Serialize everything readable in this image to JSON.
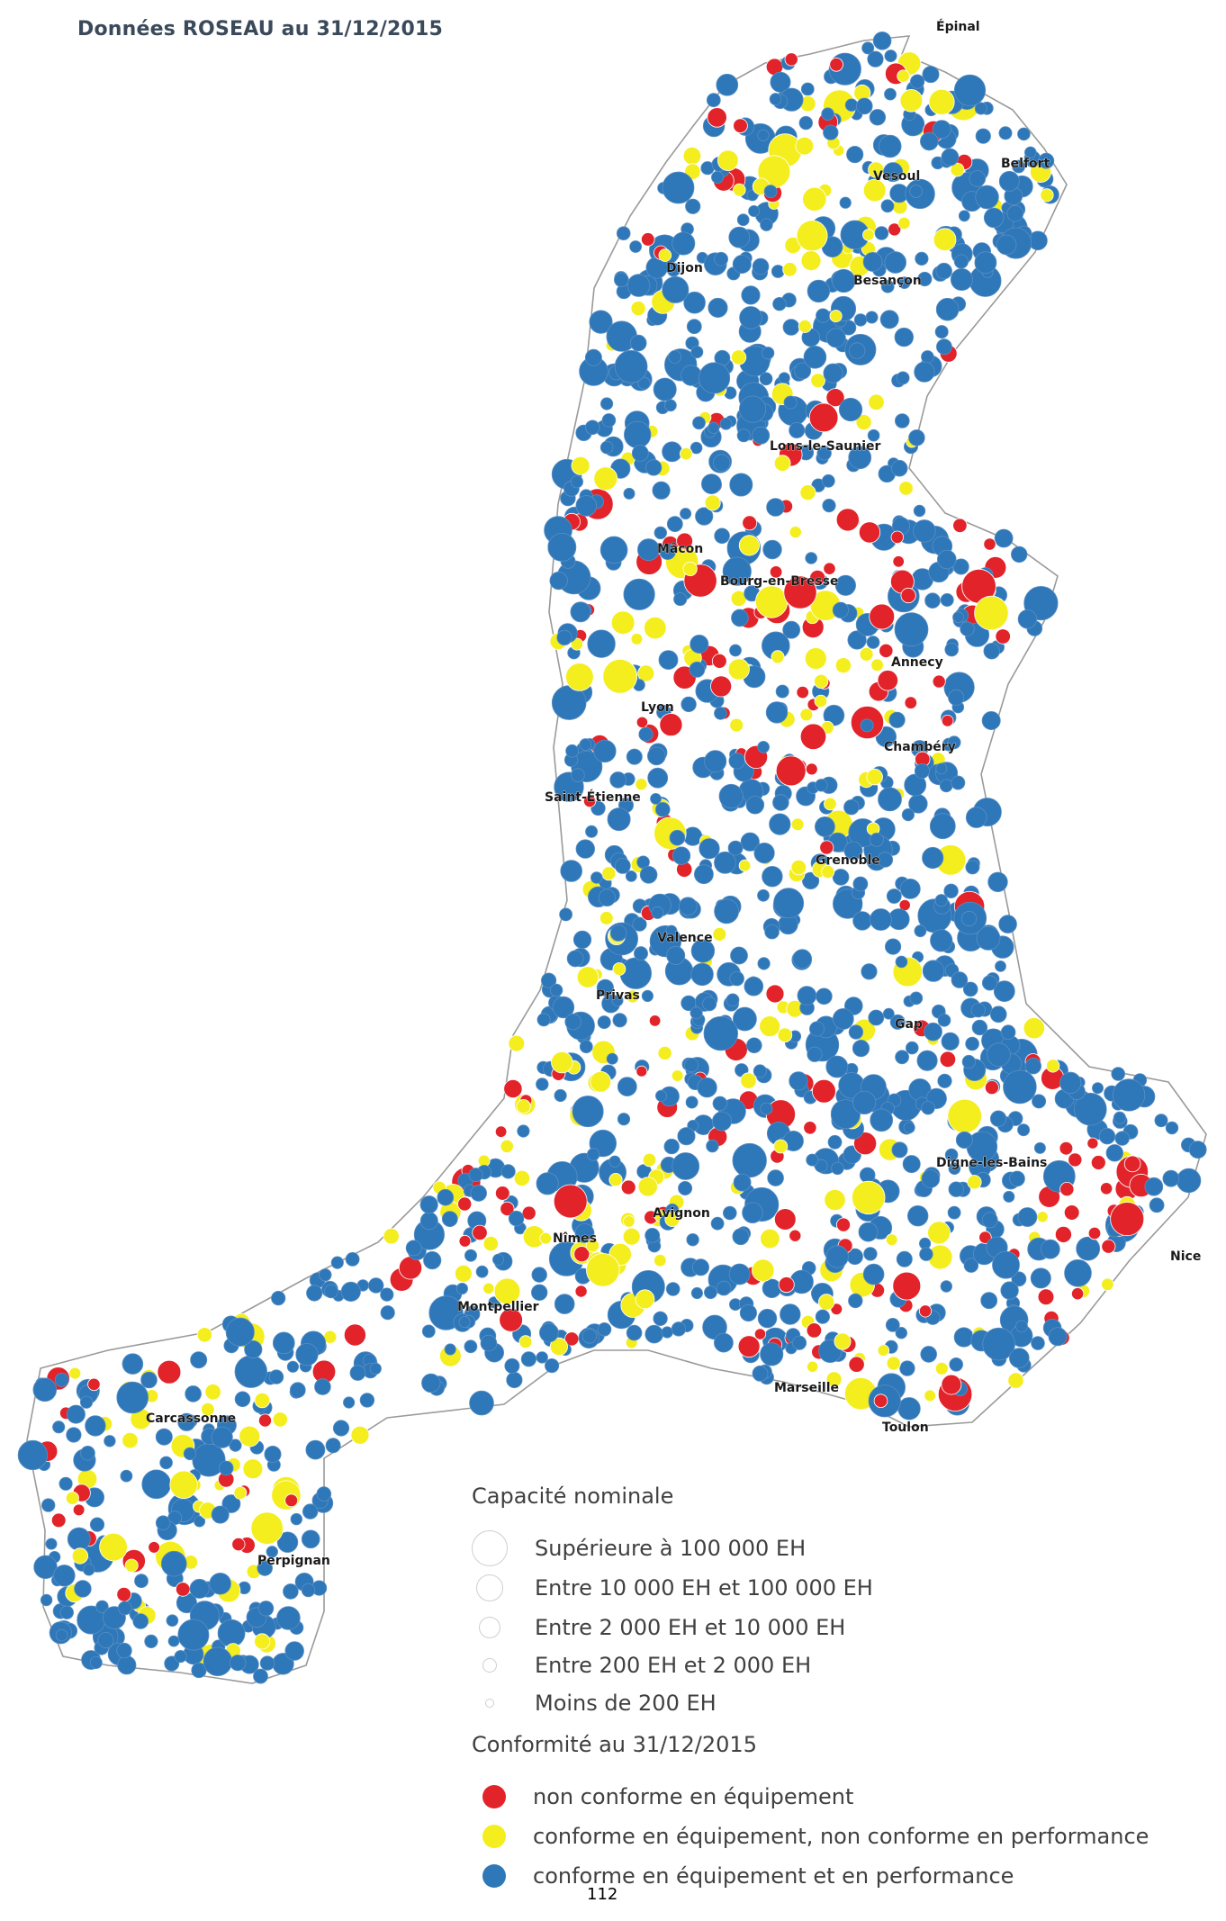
{
  "subtitle": "Données ROSEAU au 31/12/2015",
  "colors": {
    "non_conforme": "#e2232a",
    "conforme_non_perf": "#f4ee1e",
    "conforme": "#2e77b8",
    "outline": "#9a9a9a",
    "point_stroke": "#5a8fc4"
  },
  "cities": [
    {
      "name": "Épinal"
    },
    {
      "name": "Belfort"
    },
    {
      "name": "Vesoul"
    },
    {
      "name": "Dijon"
    },
    {
      "name": "Besançon"
    },
    {
      "name": "Lons-le-Saunier"
    },
    {
      "name": "Mâcon"
    },
    {
      "name": "Bourg-en-Bresse"
    },
    {
      "name": "Lyon"
    },
    {
      "name": "Annecy"
    },
    {
      "name": "Chambéry"
    },
    {
      "name": "Saint-Étienne"
    },
    {
      "name": "Grenoble"
    },
    {
      "name": "Valence"
    },
    {
      "name": "Privas"
    },
    {
      "name": "Gap"
    },
    {
      "name": "Digne-les-Bains"
    },
    {
      "name": "Avignon"
    },
    {
      "name": "Nîmes"
    },
    {
      "name": "Nice"
    },
    {
      "name": "Montpellier"
    },
    {
      "name": "Marseille"
    },
    {
      "name": "Toulon"
    },
    {
      "name": "Carcassonne"
    },
    {
      "name": "Perpignan"
    }
  ],
  "legend": {
    "capacity_title": "Capacité nominale",
    "capacity_items": [
      {
        "label": "Supérieure à 100 000 EH"
      },
      {
        "label": "Entre 10 000 EH et  100 000 EH"
      },
      {
        "label": "Entre 2 000 EH et  10 000 EH"
      },
      {
        "label": "Entre 200 EH et  2 000 EH"
      },
      {
        "label": "Moins de 200 EH"
      }
    ],
    "conformity_title": "Conformité au 31/12/2015",
    "conformity_items": [
      {
        "label": "non conforme en équipement",
        "color": "#e2232a"
      },
      {
        "label": "conforme en équipement, non conforme en performance",
        "color": "#f4ee1e"
      },
      {
        "label": "conforme en équipement et en performance",
        "color": "#2e77b8"
      }
    ]
  },
  "page_number": "112"
}
